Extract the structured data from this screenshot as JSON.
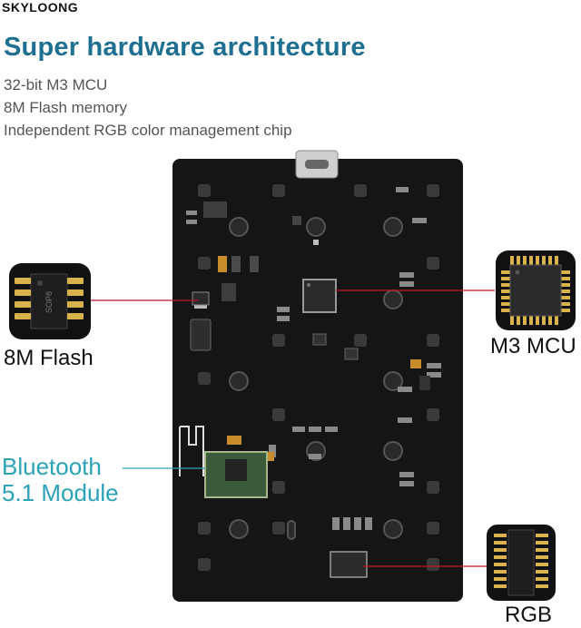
{
  "brand": {
    "name": "SKYLOONG"
  },
  "headline": "Super hardware architecture",
  "features": [
    "32-bit M3 MCU",
    "8M Flash memory",
    "Independent RGB color management chip"
  ],
  "callouts": {
    "flash": {
      "label": "8M Flash",
      "chip_text": "SOP8"
    },
    "mcu": {
      "label": "M3 MCU"
    },
    "bluetooth": {
      "line1": "Bluetooth",
      "line2": "5.1 Module"
    },
    "rgb": {
      "label": "RGB"
    }
  },
  "colors": {
    "headline": "#1f6f90",
    "bluetooth": "#2aa3b8",
    "pcb": "#151515",
    "leader_line": "#c8102e"
  }
}
